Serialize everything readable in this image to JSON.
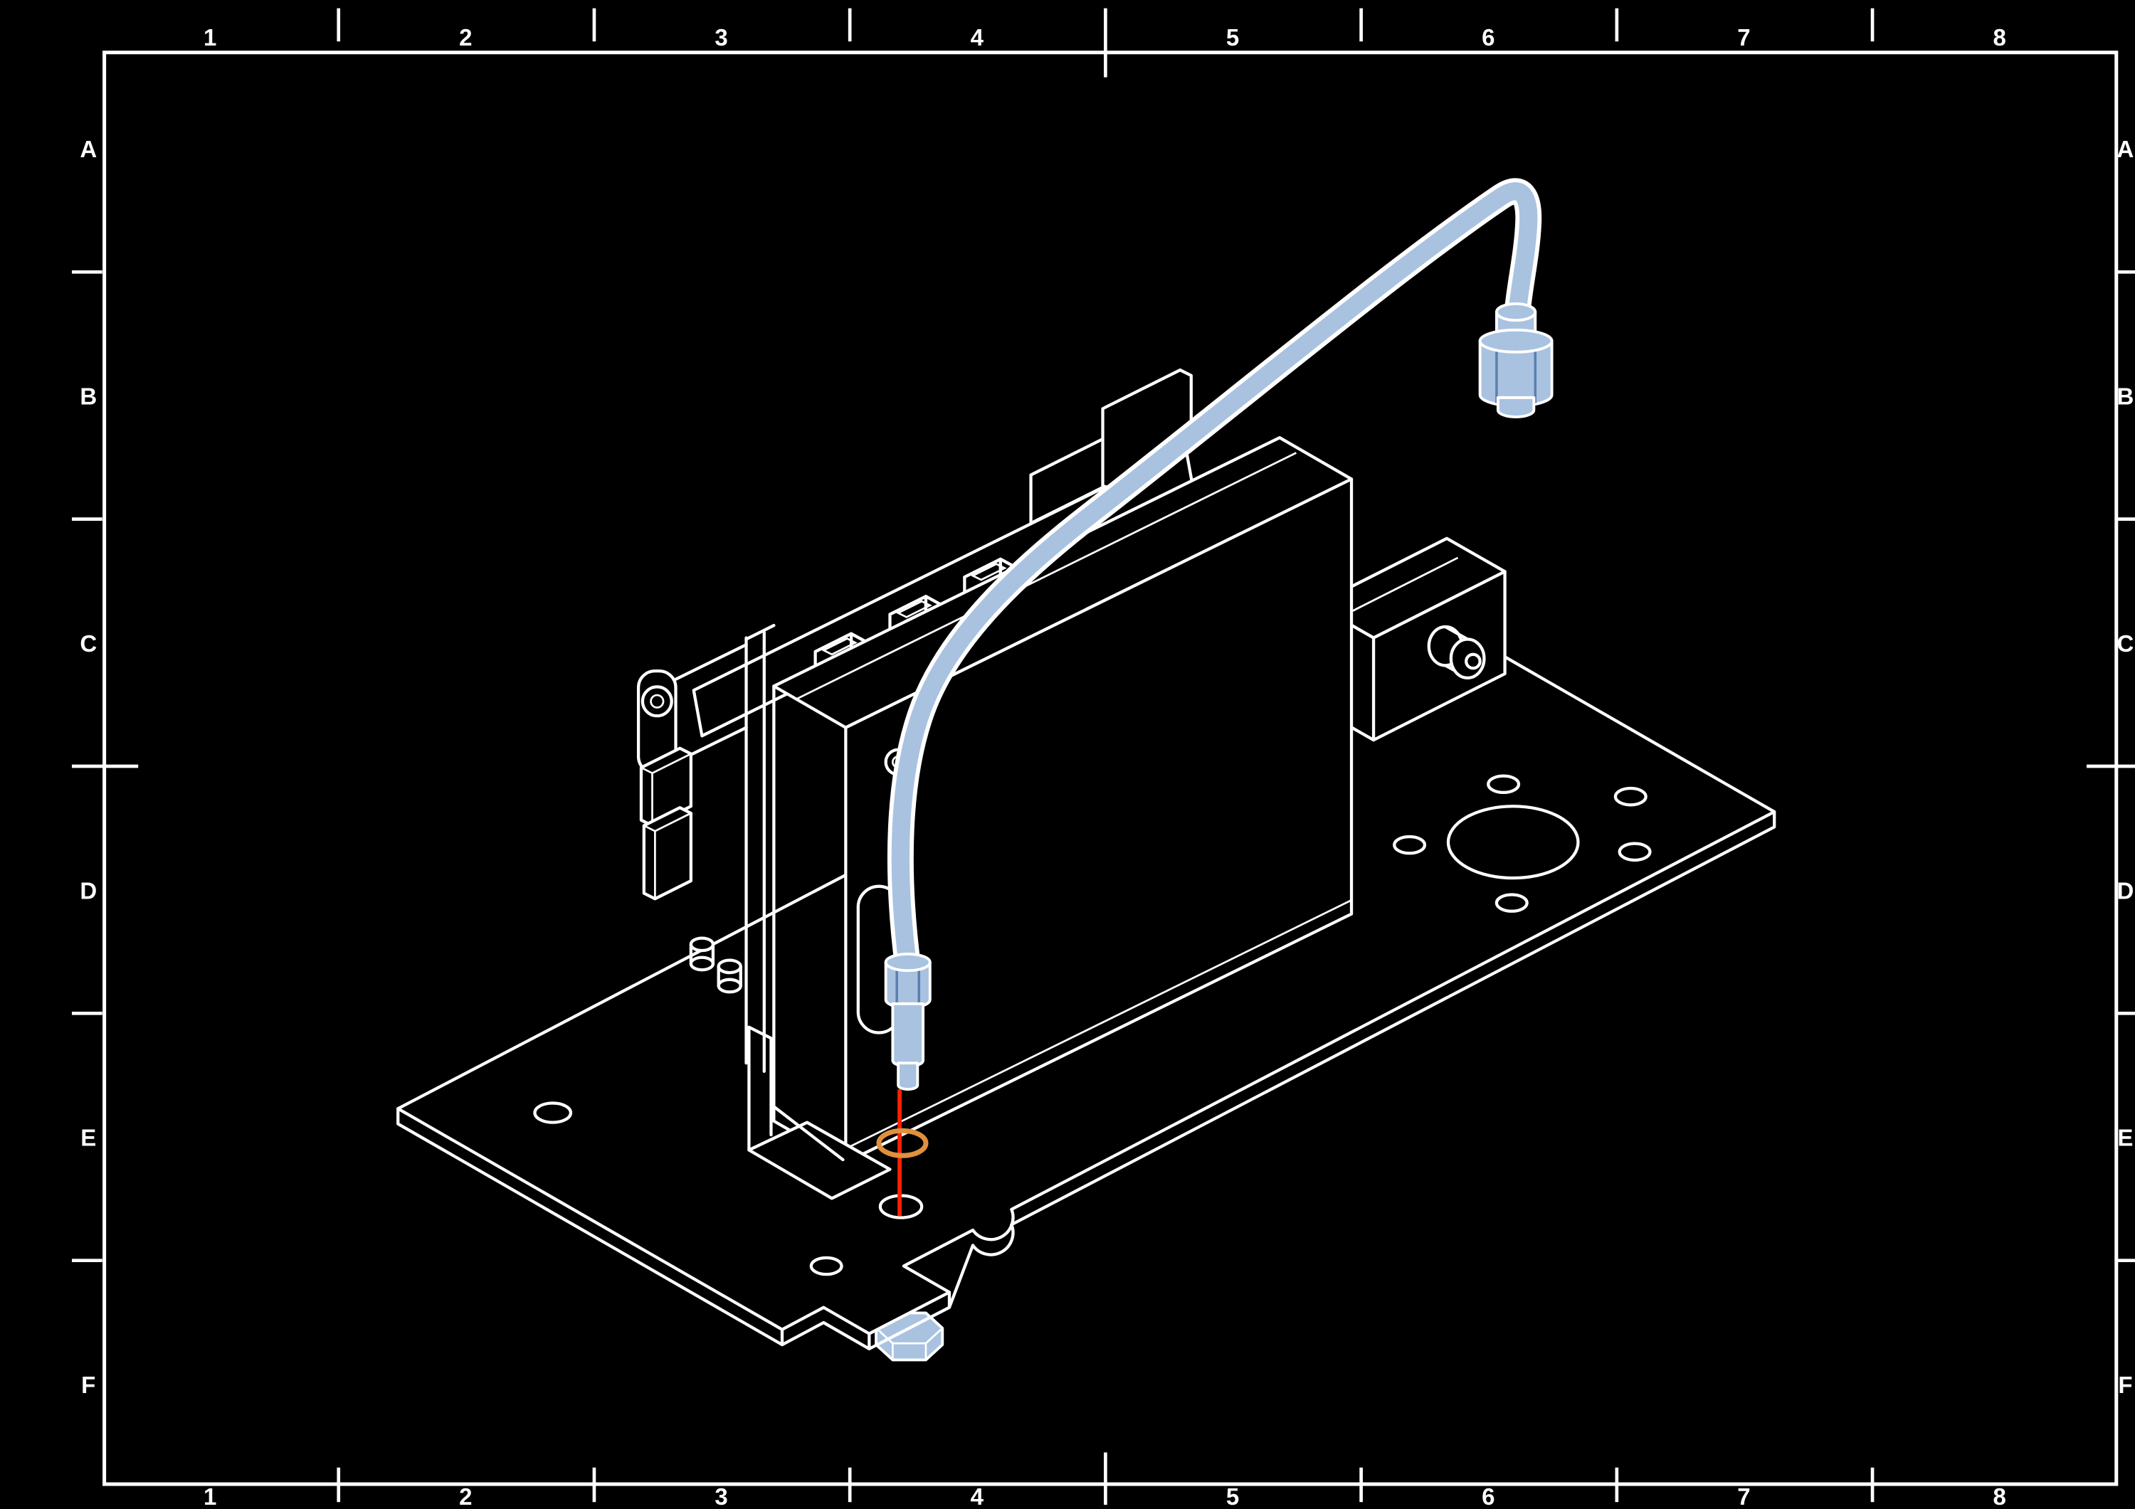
{
  "frame": {
    "columns": [
      "1",
      "2",
      "3",
      "4",
      "5",
      "6",
      "7",
      "8"
    ],
    "rows": [
      "A",
      "B",
      "C",
      "D",
      "E",
      "F"
    ]
  },
  "colors": {
    "background": "#000000",
    "line": "#ffffff",
    "cable_fill": "#a9c2e0",
    "cable_shade": "#5b7fae",
    "highlight_red": "#ff2000",
    "highlight_orange": "#e0913d"
  }
}
